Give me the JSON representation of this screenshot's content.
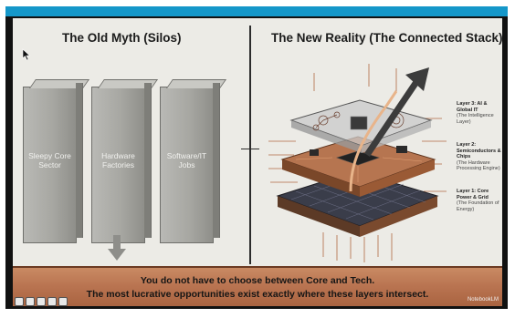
{
  "colors": {
    "frame_accent": "#1597c9",
    "slide_bg": "#ecebe6",
    "banner_copper": "#b97451",
    "pillar_grey": "#a7a7a2"
  },
  "slide": {
    "left_title": "The Old Myth (Silos)",
    "right_title": "The New Reality (The Connected Stack)",
    "pillars": [
      {
        "label": "Sleepy Core Sector"
      },
      {
        "label": "Hardware Factories"
      },
      {
        "label": "Software/IT Jobs"
      }
    ],
    "layers": [
      {
        "title": "Layer 3: AI & Global IT",
        "desc": "(The Intelligence Layer)"
      },
      {
        "title": "Layer 2: Semiconductors & Chips",
        "desc": "(The Hardware Processing Engine)"
      },
      {
        "title": "Layer 1: Core Power & Grid",
        "desc": "(The Foundation of Energy)"
      }
    ],
    "banner": {
      "line1": "You do not have to choose between Core and Tech.",
      "line2": "The most lucrative opportunities exist exactly where these layers intersect."
    },
    "watermark": "NotebookLM"
  },
  "icons": [
    "cursor-icon",
    "down-arrow-icon",
    "up-arrow-icon",
    "player-control-icon"
  ]
}
